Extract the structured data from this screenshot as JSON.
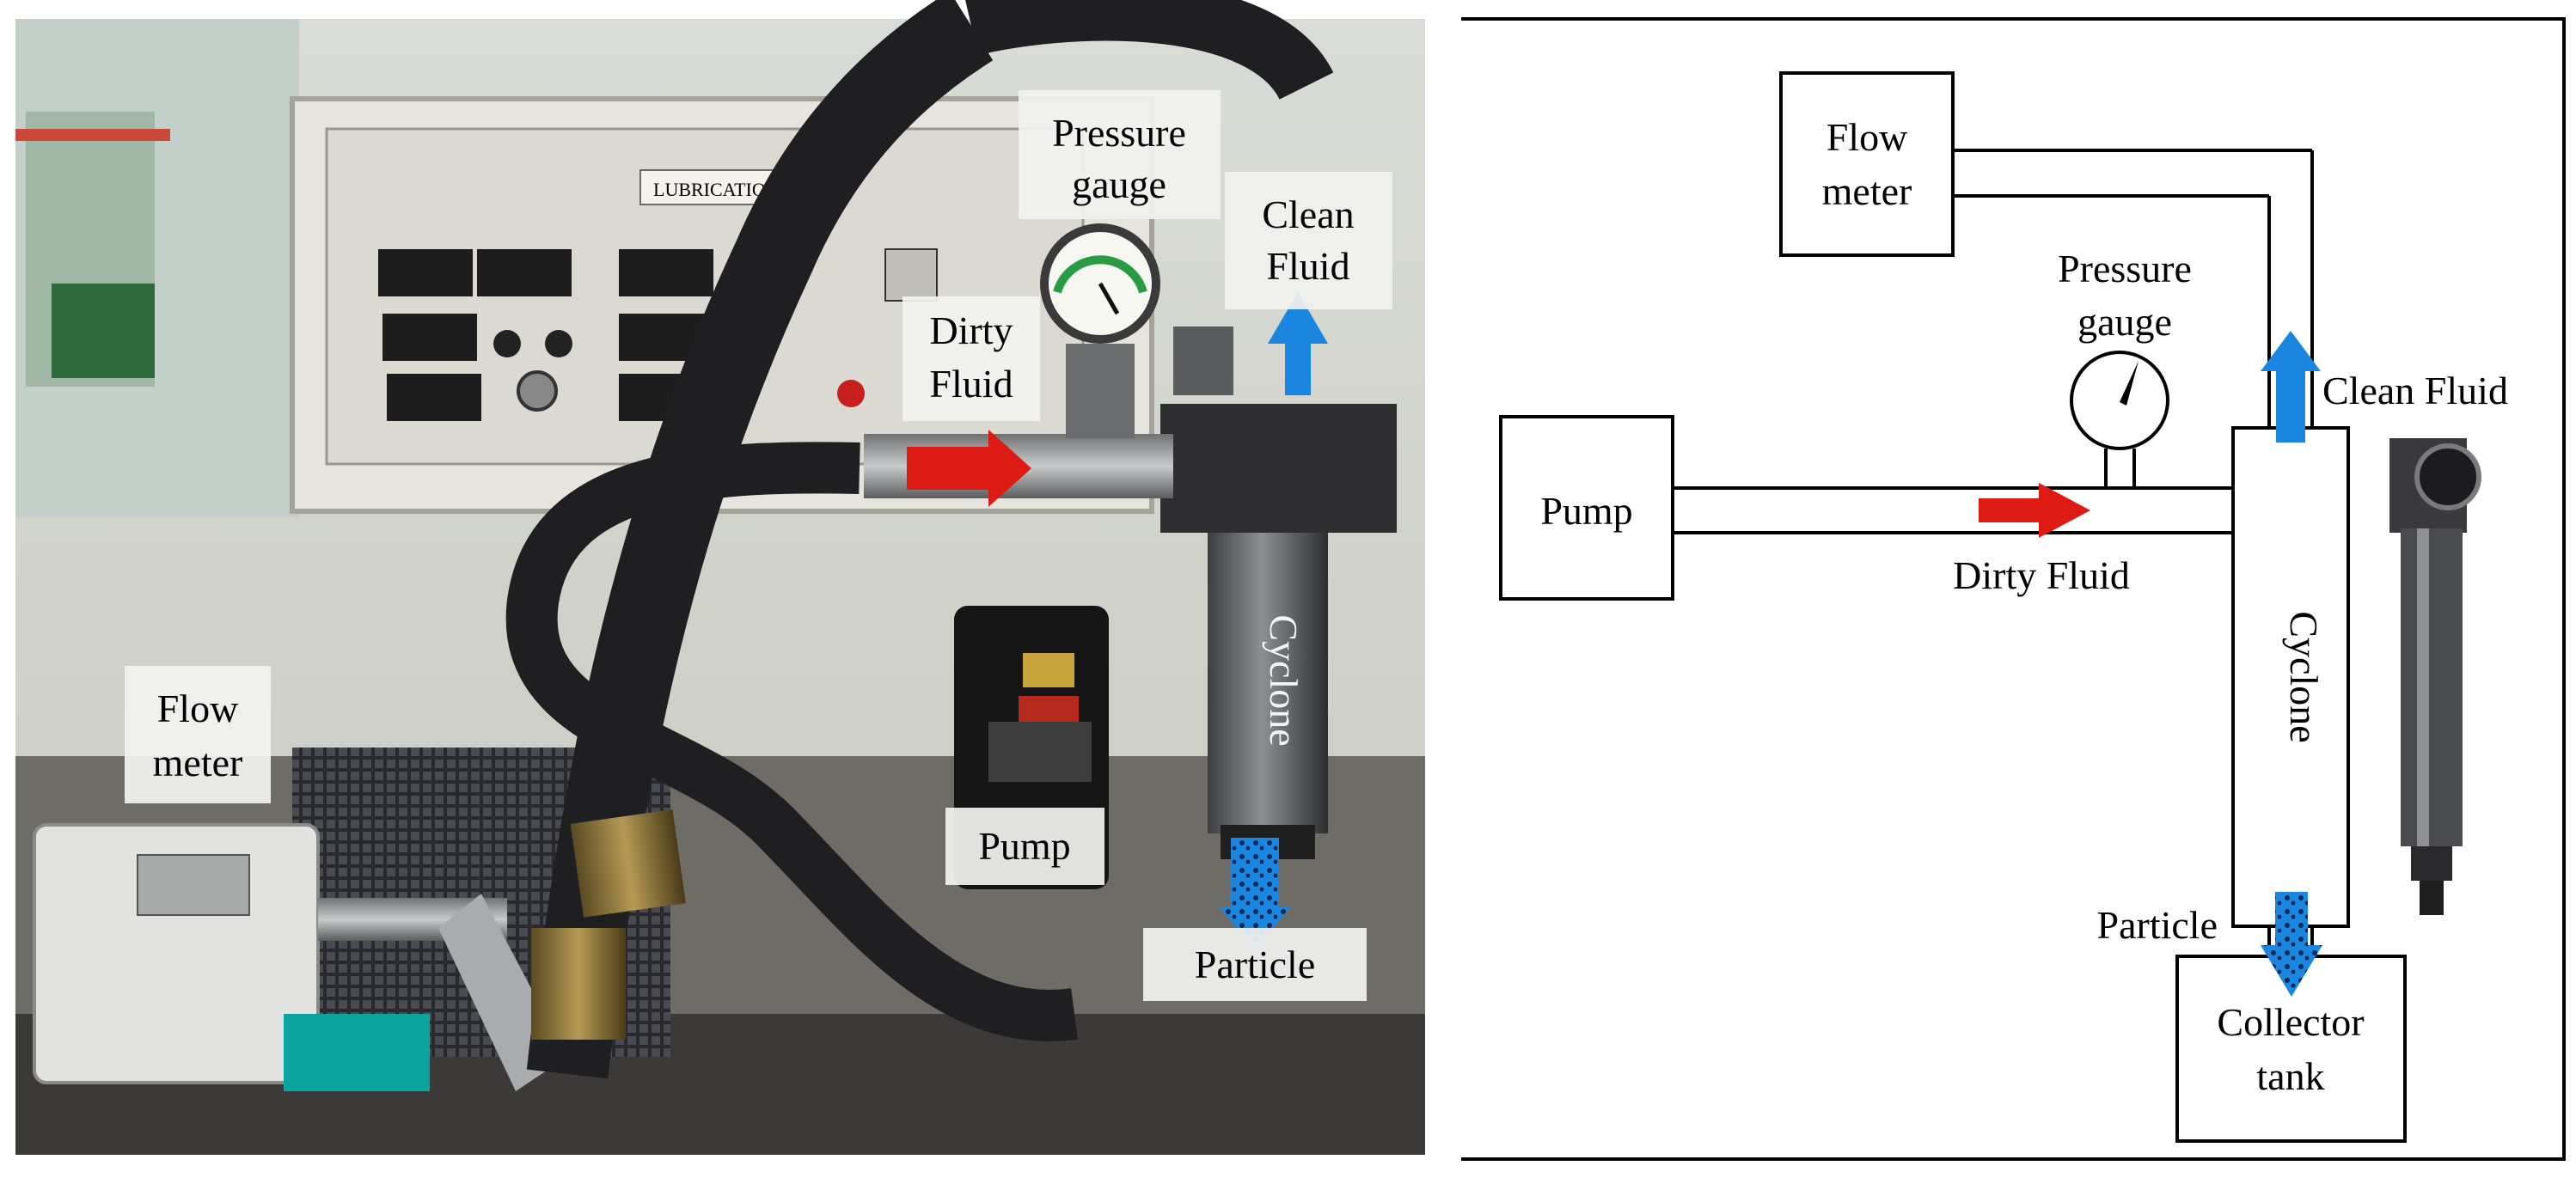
{
  "photo": {
    "labels": {
      "pressure_gauge": [
        "Pressure",
        "gauge"
      ],
      "clean_fluid": [
        "Clean",
        "Fluid"
      ],
      "dirty_fluid": [
        "Dirty",
        "Fluid"
      ],
      "flow_meter": [
        "Flow",
        "meter"
      ],
      "pump": "Pump",
      "particle": "Particle",
      "cyclone": "Cyclone"
    },
    "panel_text": "LUBRICATION"
  },
  "diagram": {
    "flow_meter": [
      "Flow",
      "meter"
    ],
    "pressure_gauge": [
      "Pressure",
      "gauge"
    ],
    "pump": "Pump",
    "clean_fluid": "Clean Fluid",
    "dirty_fluid": "Dirty Fluid",
    "cyclone": "Cyclone",
    "particle": "Particle",
    "collector_tank": [
      "Collector",
      "tank"
    ]
  },
  "colors": {
    "dirty_arrow": "#dd1b14",
    "clean_arrow": "#1b86e0",
    "frame": "#000000"
  }
}
